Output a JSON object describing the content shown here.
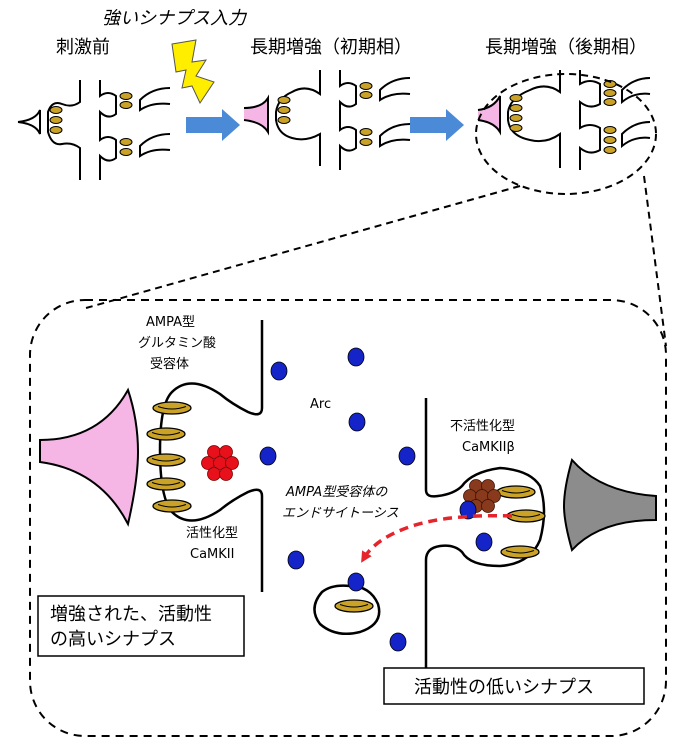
{
  "top": {
    "stimulus_label": "強いシナプス入力",
    "stage_before": "刺激前",
    "stage_early": "長期増強（初期相）",
    "stage_late": "長期増強（後期相）"
  },
  "detail": {
    "ampa_line1": "AMPA型",
    "ampa_line2": "グルタミン酸",
    "ampa_line3": "受容体",
    "arc": "Arc",
    "inactive_line1": "不活性化型",
    "inactive_line2": "CaMKIIβ",
    "active_line1": "活性化型",
    "active_line2": "CaMKII",
    "endocytosis_line1": "AMPA型受容体の",
    "endocytosis_line2": "エンドサイトーシス",
    "potentiated_line1": "増強された、活動性",
    "potentiated_line2": "の高いシナプス",
    "weak_synapse": "活動性の低いシナプス"
  },
  "colors": {
    "receptor": "#c9a227",
    "arc": "#1524c8",
    "active_camkii": "#e8101a",
    "inactive_camkii": "#8a3a1c",
    "potentiated_spine": "#f5b6e6",
    "weak_spine": "#8c8c8c",
    "arrow": "#4a8ad6",
    "lightning": "#ffee00",
    "endocytosis_arrow": "#e5242b"
  },
  "icons": {
    "stimulus": "lightning-bolt-icon",
    "progress": "block-arrow-icon"
  }
}
